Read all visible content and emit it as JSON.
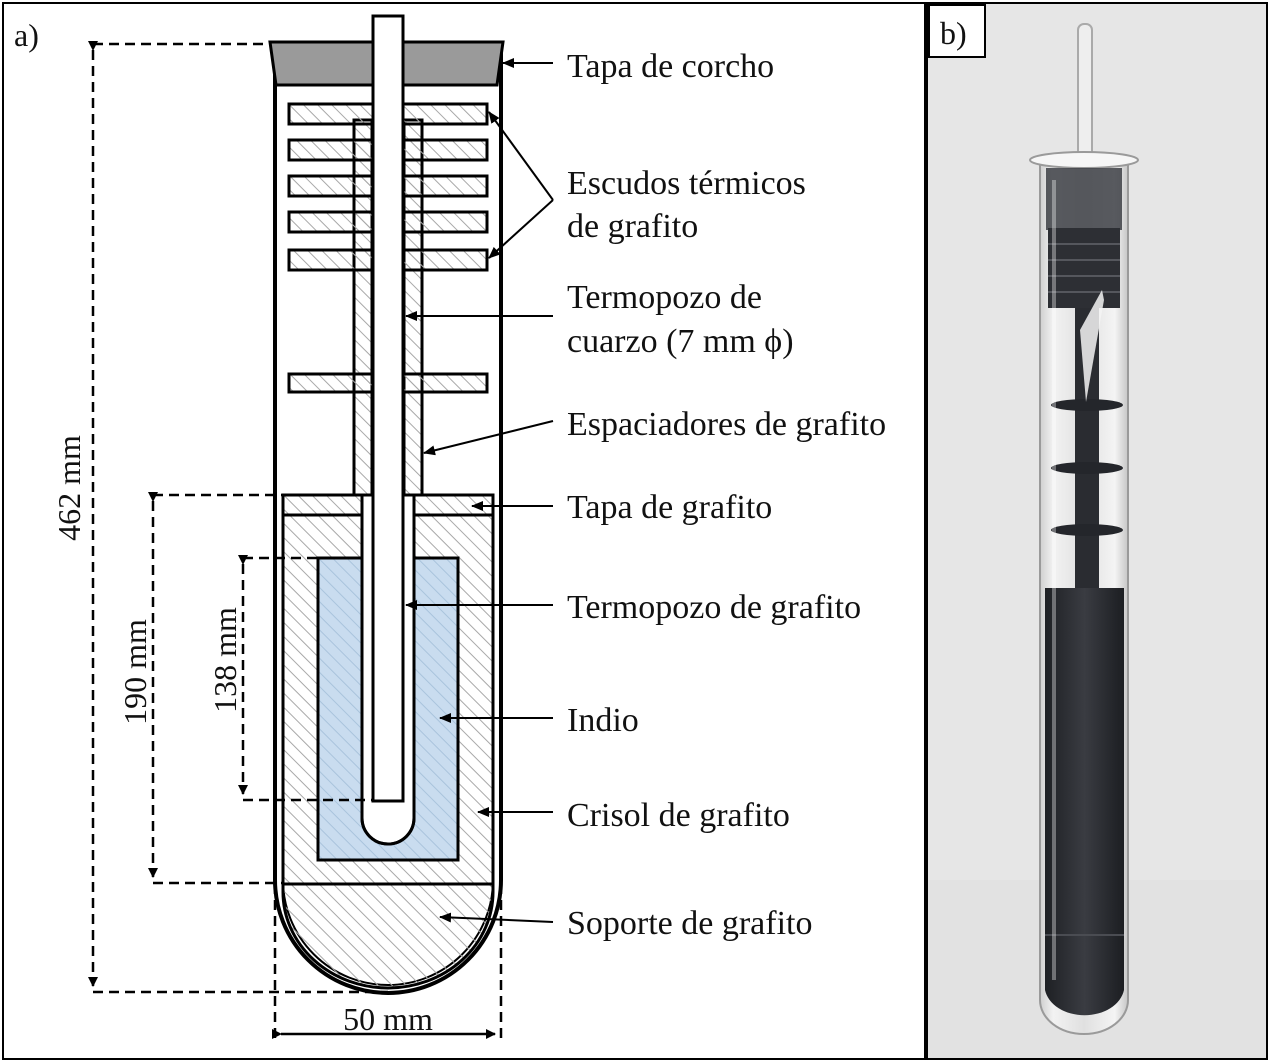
{
  "panel_a": {
    "label": "a)",
    "labels": {
      "cork_cap": "Tapa de corcho",
      "heat_shields_1": "Escudos térmicos",
      "heat_shields_2": "de grafito",
      "quartz_well_1": "Termopozo de",
      "quartz_well_2": "cuarzo (7 mm ϕ)",
      "spacers": "Espaciadores de grafito",
      "graphite_cap": "Tapa de grafito",
      "graphite_well": "Termopozo de grafito",
      "indium": "Indio",
      "crucible": "Crisol de grafito",
      "support": "Soporte de grafito"
    },
    "dimensions": {
      "total_height": "462 mm",
      "crucible_height": "190 mm",
      "indium_height": "138 mm",
      "diameter": "50 mm"
    }
  },
  "panel_b": {
    "label": "b)"
  },
  "colors": {
    "cork": "#9a9a9a",
    "indium": "#c9dcef",
    "graphite_fill": "#e6e6e6",
    "hatch": "#9a9a9a",
    "photo_bg": "#e3e3e3",
    "photo_graphite": "#2c2e33"
  }
}
